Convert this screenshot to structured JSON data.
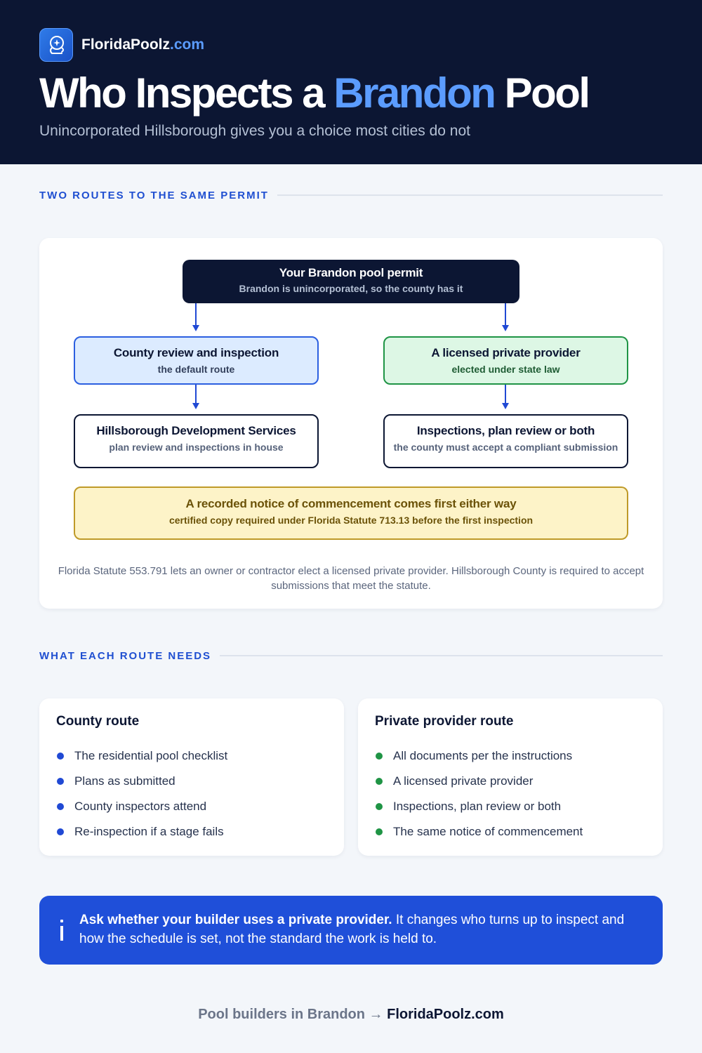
{
  "header": {
    "brand_name": "FloridaPoolz",
    "brand_domain": ".com",
    "logo_icon": "map-pin-icon",
    "title_pre": "Who Inspects a ",
    "title_highlight": "Brandon",
    "title_post": " Pool",
    "subtitle": "Unincorporated Hillsborough gives you a choice most cities do not"
  },
  "section1": {
    "heading": "TWO ROUTES TO THE SAME PERMIT"
  },
  "diagram": {
    "top": {
      "title": "Your Brandon pool permit",
      "sub": "Brandon is unincorporated, so the county has it"
    },
    "county": {
      "title": "County review and inspection",
      "sub": "the default route"
    },
    "private": {
      "title": "A licensed private provider",
      "sub": "elected under state law"
    },
    "hds": {
      "title": "Hillsborough Development Services",
      "sub": "plan review and inspections in house"
    },
    "inspections": {
      "title": "Inspections, plan review or both",
      "sub": "the county must accept a compliant submission"
    },
    "notice": {
      "title": "A recorded notice of commencement comes first either way",
      "sub": "certified copy required under Florida Statute 713.13 before the first inspection"
    },
    "footnote": "Florida Statute 553.791 lets an owner or contractor elect a licensed private provider. Hillsborough County is required to accept submissions that meet the statute.",
    "colors": {
      "dark": "#0c1633",
      "county": "#2b5fe0",
      "private": "#1f9445",
      "notice": "#bf9a28"
    }
  },
  "section2": {
    "heading": "WHAT EACH ROUTE NEEDS"
  },
  "routes": {
    "county": {
      "title": "County route",
      "items": [
        "The residential pool checklist",
        "Plans as submitted",
        "County inspectors attend",
        "Re-inspection if a stage fails"
      ]
    },
    "private": {
      "title": "Private provider route",
      "items": [
        "All documents per the instructions",
        "A licensed private provider",
        "Inspections, plan review or both",
        "The same notice of commencement"
      ]
    }
  },
  "tip": {
    "icon": "info-icon",
    "bold": "Ask whether your builder uses a private provider.",
    "text": " It changes who turns up to inspect and how the schedule is set, not the standard the work is held to."
  },
  "footer": {
    "prefix": "Pool builders in Brandon →",
    "site": "FloridaPoolz.com"
  }
}
